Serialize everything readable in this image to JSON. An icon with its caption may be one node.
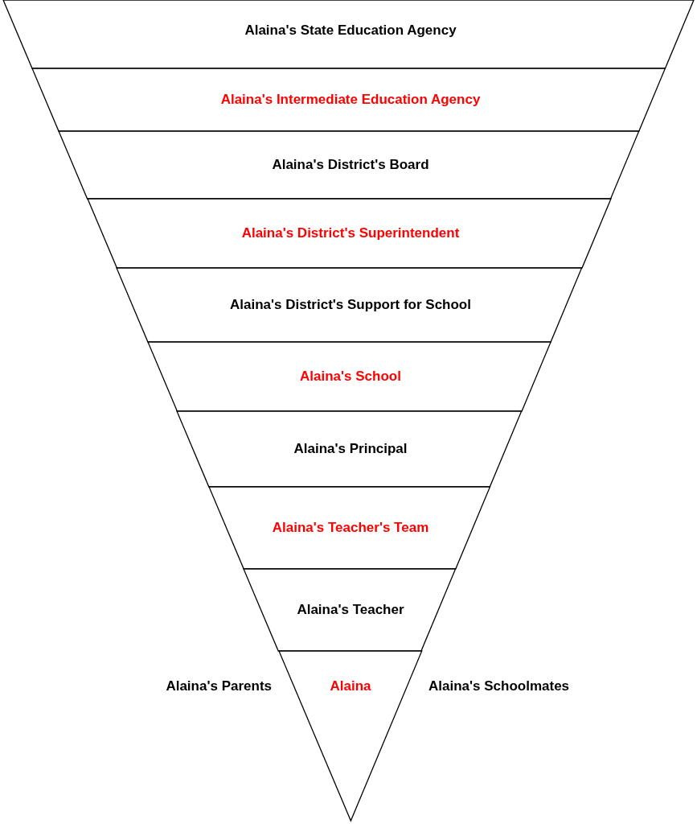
{
  "diagram": {
    "nodes": [
      {
        "text": [
          "Alaina's State Education Agency"
        ]
      },
      {
        "text": [
          "Alaina's Intermediate Education Agency"
        ]
      },
      {
        "text": [
          "Alaina's District's Board"
        ]
      },
      {
        "text": [
          "Alaina's District's Superintendent"
        ]
      },
      {
        "text": [
          "Alaina's District's Support for School"
        ]
      },
      {
        "text": [
          "Alaina's School"
        ]
      },
      {
        "text": [
          "Alaina's Principal"
        ]
      },
      {
        "text": [
          "Alaina's Teacher's Team"
        ]
      },
      {
        "text": [
          "Alaina's Teacher"
        ]
      },
      {
        "text": [
          "Alaina"
        ]
      }
    ],
    "labels": [
      "Alaina's Parents",
      "Alaina's Schoolmates"
    ]
  }
}
